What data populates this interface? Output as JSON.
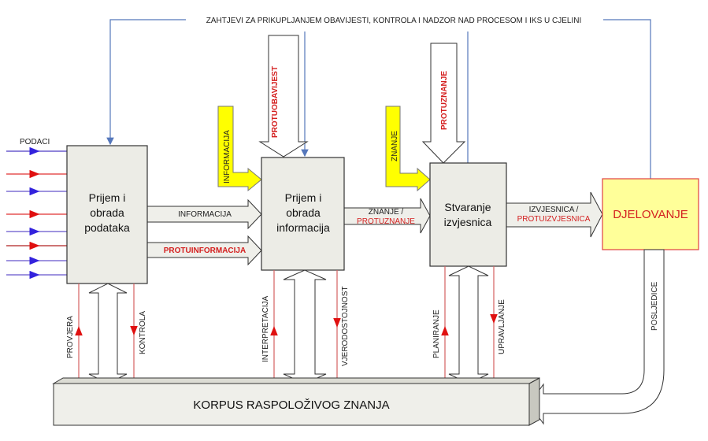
{
  "top_label": "ZAHTJEVI ZA PRIKUPLJANJEM OBAVIJESTI, KONTROLA I NADZOR NAD PROCESOM I IKS U CJELINI",
  "inputs_label": "PODACI",
  "boxes": {
    "box1": [
      "Prijem i",
      "obrada",
      "podataka"
    ],
    "box2": [
      "Prijem i",
      "obrada",
      "informacija"
    ],
    "box3": [
      "Stvaranje",
      "izvjesnica"
    ],
    "action": "DJELOVANJE",
    "corpus": "KORPUS RASPOLOŽIVOG ZNANJA"
  },
  "arrows": {
    "informacija": "INFORMACIJA",
    "protuinformacija": "PROTUINFORMACIJA",
    "informacija_in": "INFORMACIJA",
    "protuobavijest": "PROTUOBAVIJEST",
    "znanje_in": "ZNANJE",
    "protuznanje_in": "PROTUZNANJE",
    "znanje": "ZNANJE /",
    "protuznanje": "PROTUZNANJE",
    "izvjesnica": "IZVJESNICA /",
    "protuizvjesnica": "PROTUIZVJESNICA",
    "posljedice": "POSLJEDICE"
  },
  "feedback": {
    "provjera": "PROVJERA",
    "kontrola": "KONTROLA",
    "interpretacija": "INTERPRETACIJA",
    "vjerodostojnost": "VJERODOSTOJNOST",
    "planiranje": "PLANIRANJE",
    "upravljanje": "UPRAVLJANJE"
  },
  "colors": {
    "blue": "#5577bb",
    "red": "#d42020",
    "yellow": "#ffff00",
    "action_fill": "#ffff99"
  }
}
